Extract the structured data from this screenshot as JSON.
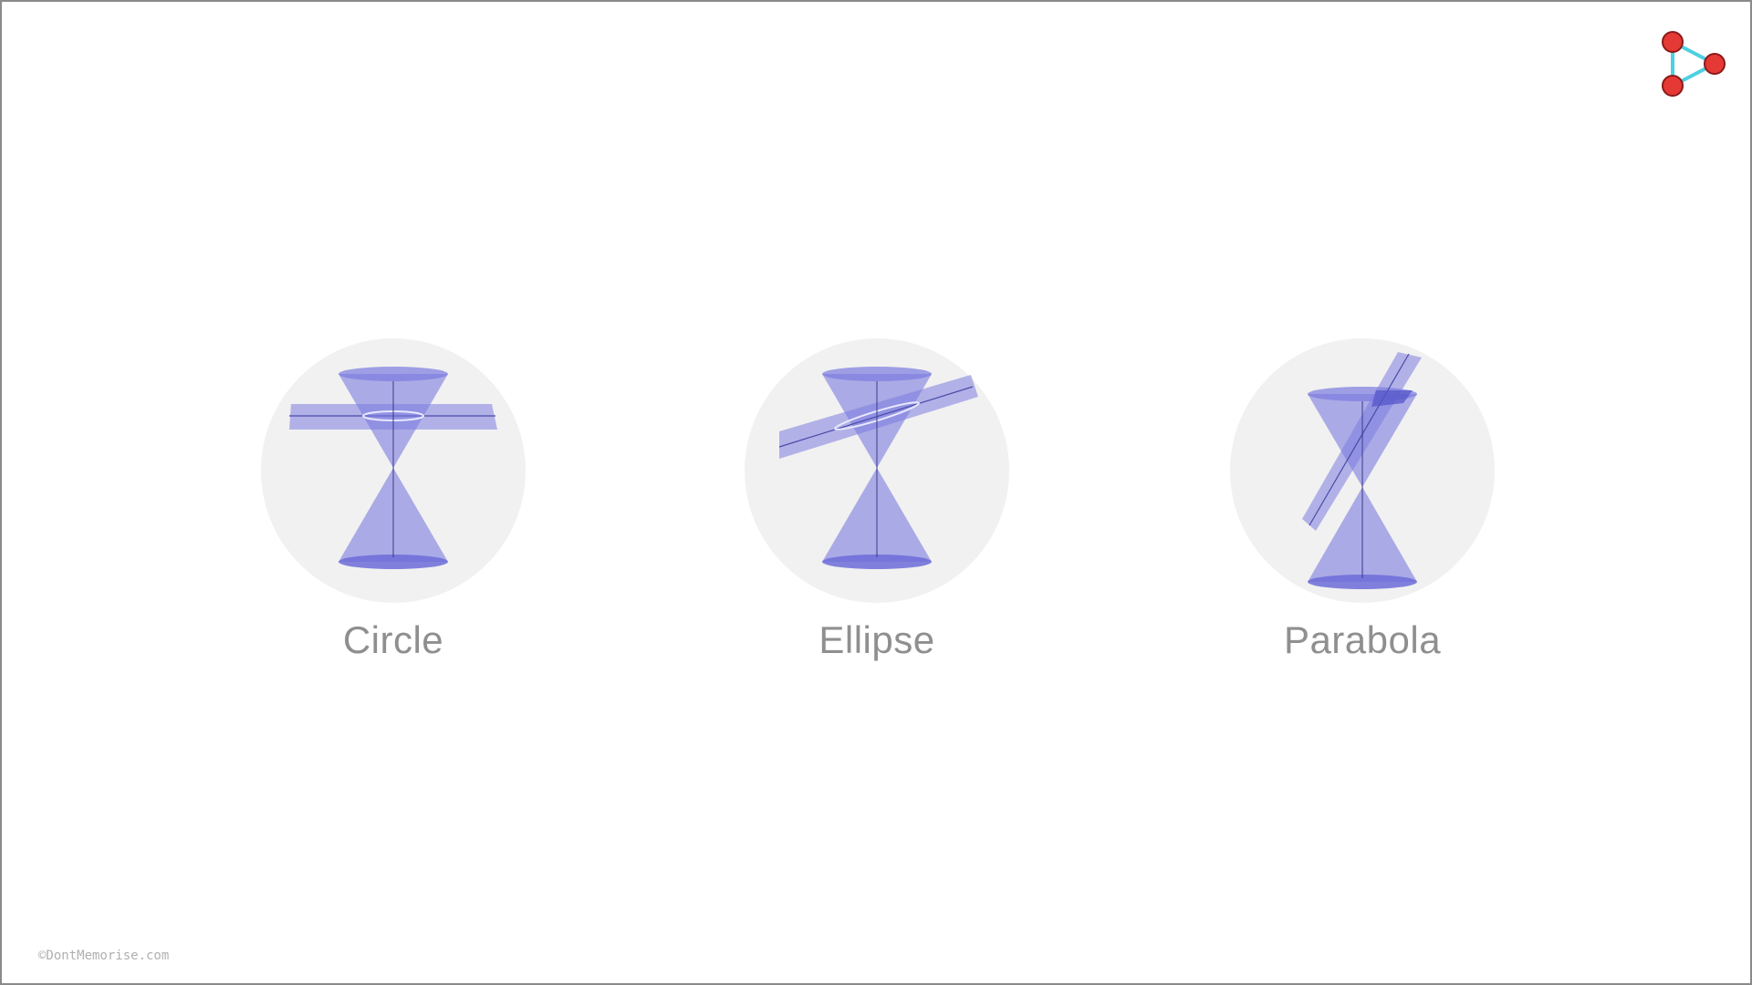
{
  "logo": {
    "icon": "dontmemorise-logo-icon",
    "node_color": "#e53935",
    "edge_color": "#4dd0e1"
  },
  "figures": [
    {
      "id": "circle",
      "label": "Circle"
    },
    {
      "id": "ellipse",
      "label": "Ellipse"
    },
    {
      "id": "parabola",
      "label": "Parabola"
    }
  ],
  "colors": {
    "cone_fill": "#7b7be0",
    "disc_background": "#f1f1f1",
    "caption_text": "#8f8f8f"
  },
  "footer": {
    "copyright": "©DontMemorise.com"
  }
}
